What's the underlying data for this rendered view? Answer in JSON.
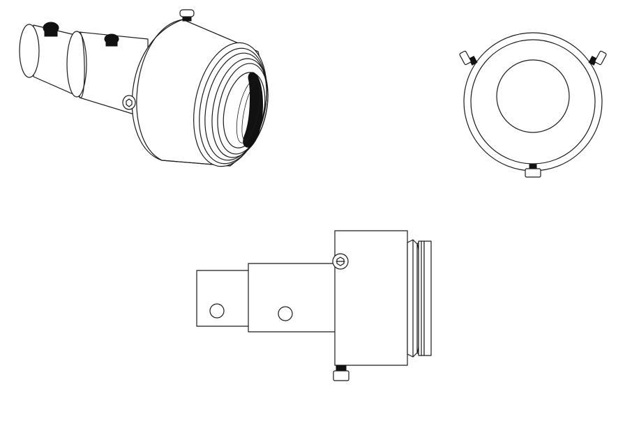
{
  "drawing": {
    "line_color": "#1a1a1a",
    "fill_color": "#ffffff",
    "dark_fill": "#111111",
    "views": [
      {
        "name": "isometric-view"
      },
      {
        "name": "front-end-view"
      },
      {
        "name": "side-elevation-view"
      }
    ]
  }
}
